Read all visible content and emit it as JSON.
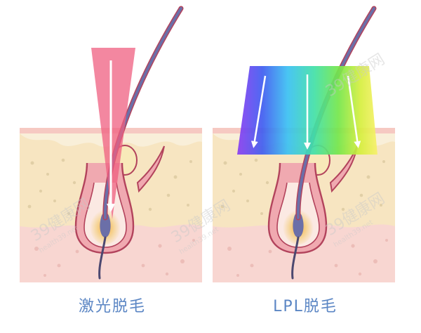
{
  "captions": {
    "left": "激光脱毛",
    "right": "LPL脱毛"
  },
  "watermark": {
    "brand": "39健康网",
    "url": "health39.net"
  },
  "colors": {
    "caption": "#5b86c4",
    "skin_top": "#f6c9c2",
    "epidermis": "#f7e5c1",
    "dermis": "#f8d6d1",
    "follicle": "#f0a9b0",
    "outline": "#b2435c",
    "laser": "#ef5f80",
    "hair": "#6b6fa8"
  }
}
